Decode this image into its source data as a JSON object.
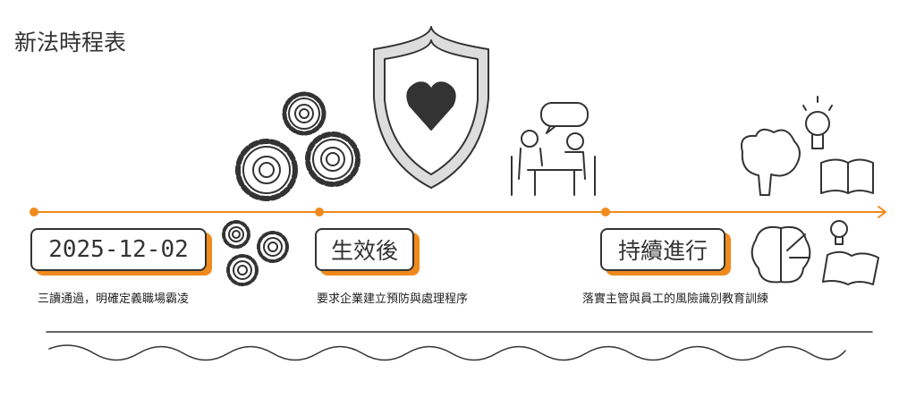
{
  "title": "新法時程表",
  "accent_color": "#f08a1c",
  "milestones": [
    {
      "label": "2025-12-02",
      "description": "三讀通過，明確定義職場霸凌",
      "icon": "gears-icon"
    },
    {
      "label": "生效後",
      "description": "要求企業建立預防與處理程序",
      "icon": "shield-heart-icon"
    },
    {
      "label": "持續進行",
      "description": "落實主管與員工的風險識別教育訓練",
      "icon": "brain-bulb-book-icon"
    }
  ]
}
